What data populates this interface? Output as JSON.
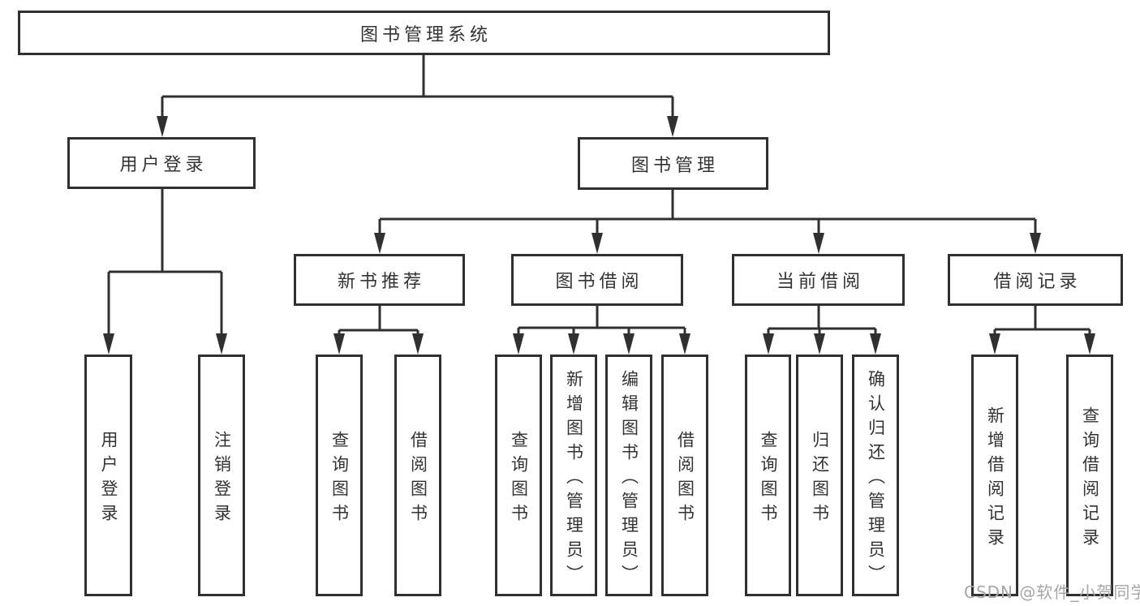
{
  "diagram": {
    "root": {
      "label": "图书管理系统"
    },
    "level2": [
      {
        "label": "用户登录"
      },
      {
        "label": "图书管理"
      }
    ],
    "level3": [
      {
        "label": "新书推荐"
      },
      {
        "label": "图书借阅"
      },
      {
        "label": "当前借阅"
      },
      {
        "label": "借阅记录"
      }
    ],
    "leaves": [
      {
        "label": "用户登录"
      },
      {
        "label": "注销登录"
      },
      {
        "label": "查询图书"
      },
      {
        "label": "借阅图书"
      },
      {
        "label": "查询图书"
      },
      {
        "label": "新增图书（管理员）"
      },
      {
        "label": "编辑图书（管理员）"
      },
      {
        "label": "借阅图书"
      },
      {
        "label": "查询图书"
      },
      {
        "label": "归还图书"
      },
      {
        "label": "确认归还（管理员）"
      },
      {
        "label": "新增借阅记录"
      },
      {
        "label": "查询借阅记录"
      }
    ],
    "watermark": "CSDN @软件_小贺同学",
    "colors": {
      "line": "#303030",
      "box_border": "#303030",
      "text": "#333333",
      "watermark": "#a6a6a6",
      "background": "#ffffff"
    }
  }
}
